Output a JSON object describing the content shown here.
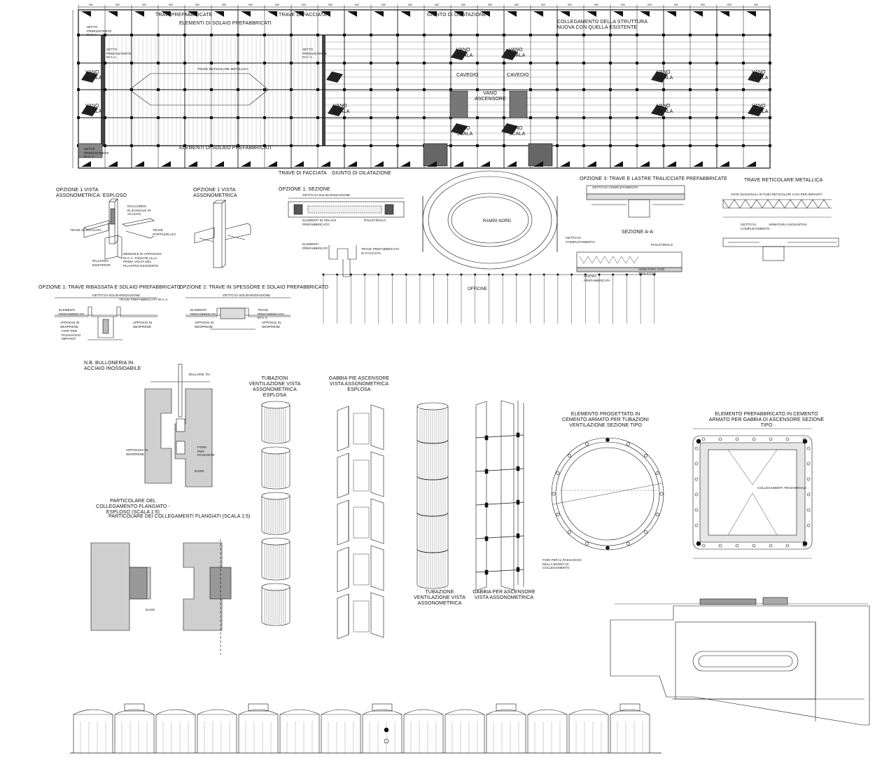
{
  "plan": {
    "travi_prefabbricate": "TRAVI PREFABBRICATE",
    "trave_facciata_top": "TRAVE DI FACCIATA",
    "giunto_top": "GIUNTO DI DILATAZIONE",
    "collegamento": "COLLEGAMENTO DELLA STRUTTURA NUOVA CON QUELLA ESISTENTE",
    "elementi_solaio_top": "ELEMENTI DI SOLAIO PREFABBRICATI",
    "elementi_solaio_bottom": "ELEMENTI DI SOLAIO PREFABBRICATI",
    "trave_reticolare": "TRAVE RETICOLARE METALLICA",
    "setto_1": "SETTO PREESISTENTE IN C.A.",
    "setto_2": "SETTO PREESISTENTE IN C.A.",
    "setto_3": "SETTO PREESISTENTE IN C.A.",
    "setto_4": "SETTO PREESISTENTE IN C.A.",
    "vano_scala": "VANO SCALA",
    "cavedio": "CAVEDIO",
    "vano_ascensore": "VANO ASCENSORE",
    "trave_facciata_bottom": "TRAVE DI FACCIATA",
    "giunto_bottom": "GIUNTO DI DILATAZIONE",
    "dims": [
      "600",
      "600",
      "600",
      "600",
      "600",
      "600",
      "600",
      "600",
      "600",
      "600",
      "600",
      "600",
      "600",
      "600",
      "600",
      "600",
      "600",
      "600",
      "600",
      "600",
      "600",
      "600",
      "600",
      "600",
      "600",
      "600"
    ]
  },
  "details": {
    "opzione1_esploso": "OPZIONE 1 VISTA ASSONOMETRICA: ESPLOSO",
    "opzione1_asso": "OPZIONE 1 VISTA ASSONOMETRICA",
    "raccordo": "RACCORDO ELICOIDALE IN ACCIAIO",
    "trave_facciata": "TRAVE DI FACCIATA",
    "trave_portasolaio": "TRAVE PORTASOLAIO",
    "pilastro": "PILASTRO ESISTENTE",
    "mensole": "MENSOLE DI APPOGGIO IN C.A. FISSATE ALLA PRIMA VOLTA DEL PILASTRO ESISTENTE",
    "opzione1_trave": "OPZIONE 1: TRAVE RIBASSATA E SOLAIO PREFABBRICATO",
    "opzione2_trave": "OPZIONE 2: TRAVE IN SPESSORE E SOLAIO PREFABBRICATO",
    "getto_solidarizzazione": "GETTO DI SOLIDARIZZAZIONE",
    "elementi_prefabbricati": "ELEMENTI PREFABBRICATI",
    "trave_prefabbricata_ca": "TRAVE PREFABBRICATA IN C.A.",
    "appoggi_neoprene": "APPOGGI IN NEOPRENE",
    "fori_passaggio": "FORI PER PASSAGGIO IMPIANTI",
    "opzione1_sezione": "OPZIONE 1: SEZIONE",
    "polistirolo": "POLISTIROLO",
    "elementi_solaio": "ELEMENTI DI SOLAIO PREFABBRICATO",
    "trave_prefabbricata_facciata": "TRAVE PREFABBRICATA DI FACCIATA",
    "rampa_nord": "RAMPA NORD",
    "officine": "OFFICINE",
    "opzione3": "OPZIONE 3: TRAVE E LASTRE TRALICCIATE PREFABBRICATE",
    "getto_completamento": "GETTO DI COMPLETAMENTO",
    "sezione_aa": "SEZIONE A-A",
    "lastra_prefabbricata": "LASTRA PREFABBRICATA",
    "armatura_traliccio": "ARMATURA CON TRALICCIO",
    "trave_reticolare_title": "TRAVE RETICOLARE METALLICA",
    "aste_diagonali": "ASTE DIAGONALI IN TUBI RETICOLARI CAVI PER IMPIANTI",
    "armatura_aggiuntiva": "ARMATURA AGGIUNTIVA",
    "nb_bullone": "N.B. BULLONERIA IN ACCIAIO INOSSIDABILE",
    "bullone": "BULLONE TIA",
    "particolare_1": "PARTICOLARE DEL COLLEGAMENTO FLANGIATO - ESPLOSO (SCALA 1:5)",
    "particolare_2": "PARTICOLARE DEI COLLEGAMENTI FLANGIATI (SCALA 1:5)",
    "appoggio": "APPOGGIO IN NEOPRENE",
    "fori_passante": "FORO PER PASSANTE",
    "dado": "DADO",
    "tubazioni_esplosa": "TUBAZIONI VENTILAZIONE VISTA ASSONOMETRICA ESPLOSA",
    "gabbia_esplosa": "GABBIA PIE ASCENSORE VISTA ASSONOMETRICA ESPLOSA",
    "tubazione_asso": "TUBAZIONE VENTILAZIONE VISTA ASSONOMETRICA",
    "gabbia_asso": "GABBIA PER ASCENSORE VISTA ASSONOMETRICA",
    "elemento_ventilazione": "ELEMENTO PROGETTATO IN CEMENTO ARMATO PER TUBAZIONI VENTILAZIONE SEZIONE TIPO",
    "elemento_ascensore": "ELEMENTO PREFABBRICATO IN CEMENTO ARMATO PER GABBIA DI ASCENSORE SEZIONE TIPO",
    "collegamenti_trasversali": "COLLEGAMENTI TRASVERSALI",
    "fori_collegamento": "FORI PER IL PASSAGGIO DELLA BARRA DI COLLEGAMENTO"
  }
}
